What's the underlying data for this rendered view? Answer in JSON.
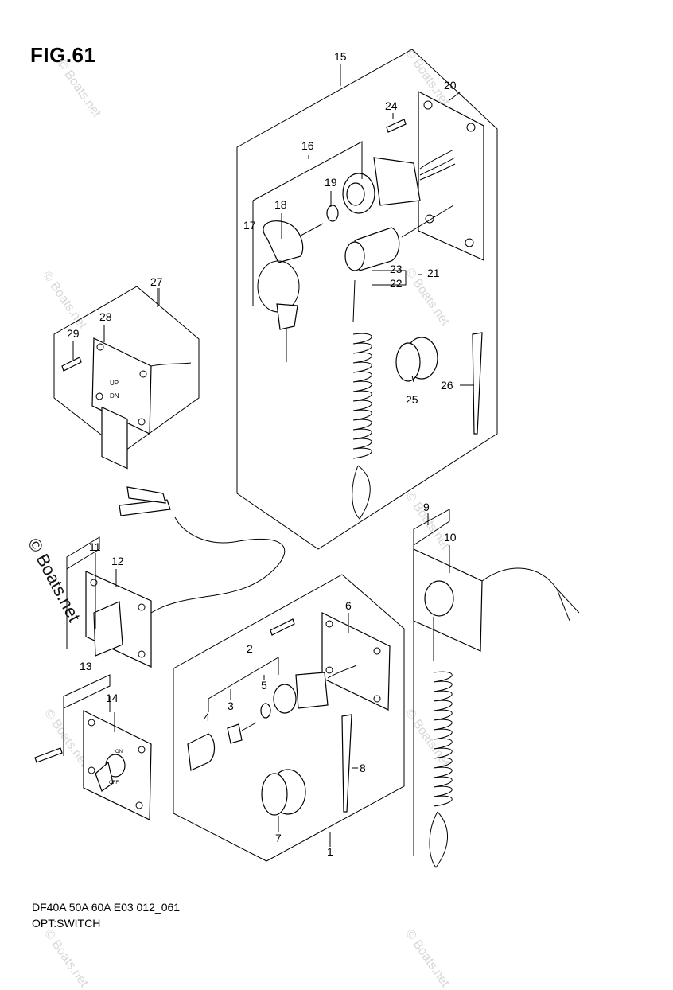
{
  "figure": {
    "title": "FIG.61"
  },
  "footer": {
    "model_code": "DF40A 50A 60A E03 012_061",
    "group_name": "OPT:SWITCH"
  },
  "watermark": {
    "text": "© Boats.net"
  },
  "part_numbers": {
    "p1": "1",
    "p2": "2",
    "p3": "3",
    "p4": "4",
    "p5": "5",
    "p6": "6",
    "p7": "7",
    "p8": "8",
    "p9": "9",
    "p10": "10",
    "p11": "11",
    "p12": "12",
    "p13": "13",
    "p14": "14",
    "p15": "15",
    "p16": "16",
    "p17": "17",
    "p18": "18",
    "p19": "19",
    "p20": "20",
    "p21": "21",
    "p22": "22",
    "p23": "23",
    "p24": "24",
    "p25": "25",
    "p26": "26",
    "p27": "27",
    "p28": "28",
    "p29": "29"
  },
  "switch_labels": {
    "up": "UP",
    "dn": "DN",
    "on": "ON",
    "off": "OFF"
  }
}
